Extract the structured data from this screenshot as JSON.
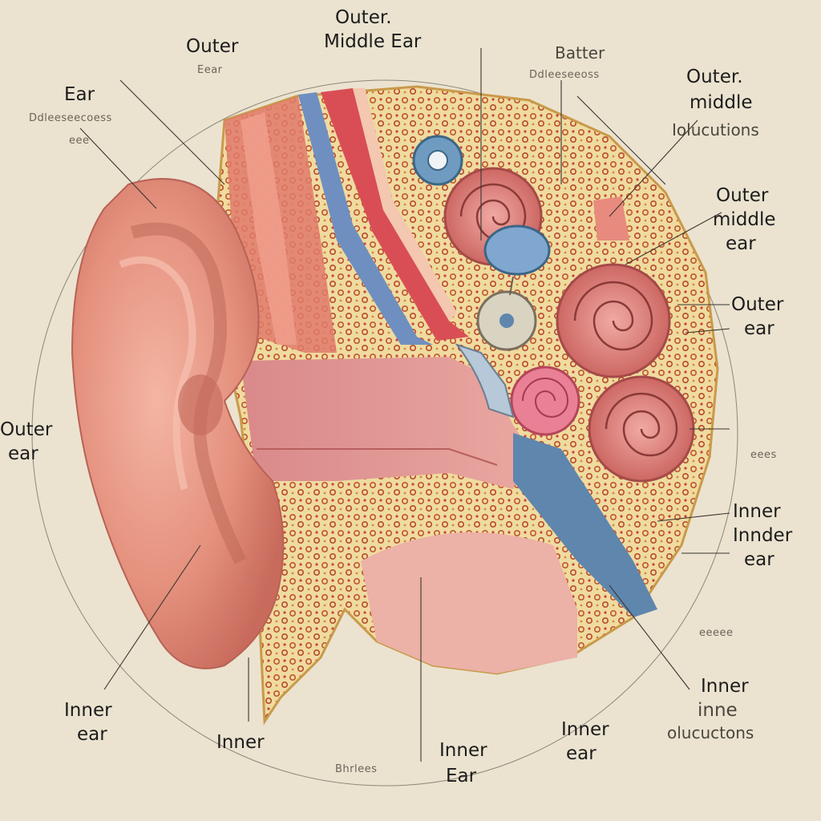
{
  "labels": {
    "top_outer": "Outer",
    "top_outer_sub": "Eear",
    "top_center_1": "Outer.",
    "top_center_2": "Middle Ear",
    "top_right": "Batter",
    "top_right_sub": "Ddleeseeoss",
    "left_ear": "Ear",
    "left_ear_sub": "Ddleeseecoess",
    "left_ear_sub2": "eee",
    "left_outer_1": "Outer",
    "left_outer_2": "ear",
    "right_a_1": "Outer.",
    "right_a_2": "middle",
    "right_a_3": "Iolucutions",
    "right_b_1": "Outer",
    "right_b_2": "middle",
    "right_b_3": "ear",
    "right_c_1": "Outer",
    "right_c_2": "ear",
    "right_small": "eees",
    "right_d_1": "Inner",
    "right_d_2": "Innder",
    "right_d_3": "ear",
    "right_small_2": "eeeee",
    "br_1": "Inner",
    "br_2": "inne",
    "br_3": "olucuctons",
    "bottom_left_1": "Inner",
    "bottom_left_2": "ear",
    "bottom_2": "Inner",
    "bottom_sub": "Bhrlees",
    "bottom_3_1": "Inner",
    "bottom_3_2": "Ear",
    "bottom_4_1": "Inner",
    "bottom_4_2": "ear"
  },
  "colors": {
    "background": "#ebe3d0",
    "skin": "#e8988a",
    "bone": "#ecd9a0",
    "nerve": "#5f86ad",
    "muscle": "#d96a6a",
    "cochlea": "#d97a78"
  }
}
